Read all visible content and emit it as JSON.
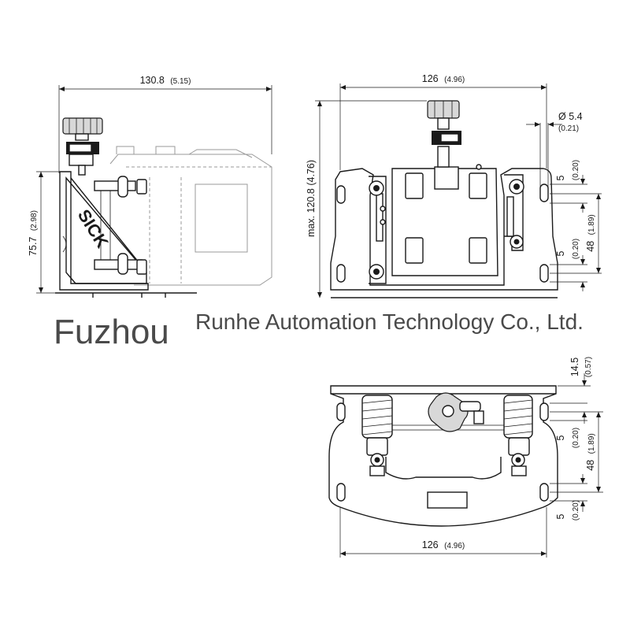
{
  "side_view": {
    "width_mm": "130.8",
    "width_in": "(5.15)",
    "height_mm": "75.7",
    "height_in": "(2.98)",
    "brand_mark": "SICK"
  },
  "front_view": {
    "width_mm": "126",
    "width_in": "(4.96)",
    "height_label": "max. 120.8 (4.76)",
    "hole_mm": "Ø 5.4",
    "hole_in": "(0.21)",
    "slot_top_mm": "5",
    "slot_top_in": "(0.20)",
    "slot_bottom_mm": "5",
    "slot_bottom_in": "(0.20)",
    "pitch_mm": "48",
    "pitch_in": "(1.89)"
  },
  "top_view": {
    "width_mm": "126",
    "width_in": "(4.96)",
    "offset_mm": "14.5",
    "offset_in": "(0.57)",
    "slot_top_mm": "5",
    "slot_top_in": "(0.20)",
    "slot_bottom_mm": "5",
    "slot_bottom_in": "(0.20)",
    "pitch_mm": "48",
    "pitch_in": "(1.89)"
  },
  "watermark": {
    "line1": "Fuzhou",
    "line2": "Runhe Automation Technology Co., Ltd."
  }
}
